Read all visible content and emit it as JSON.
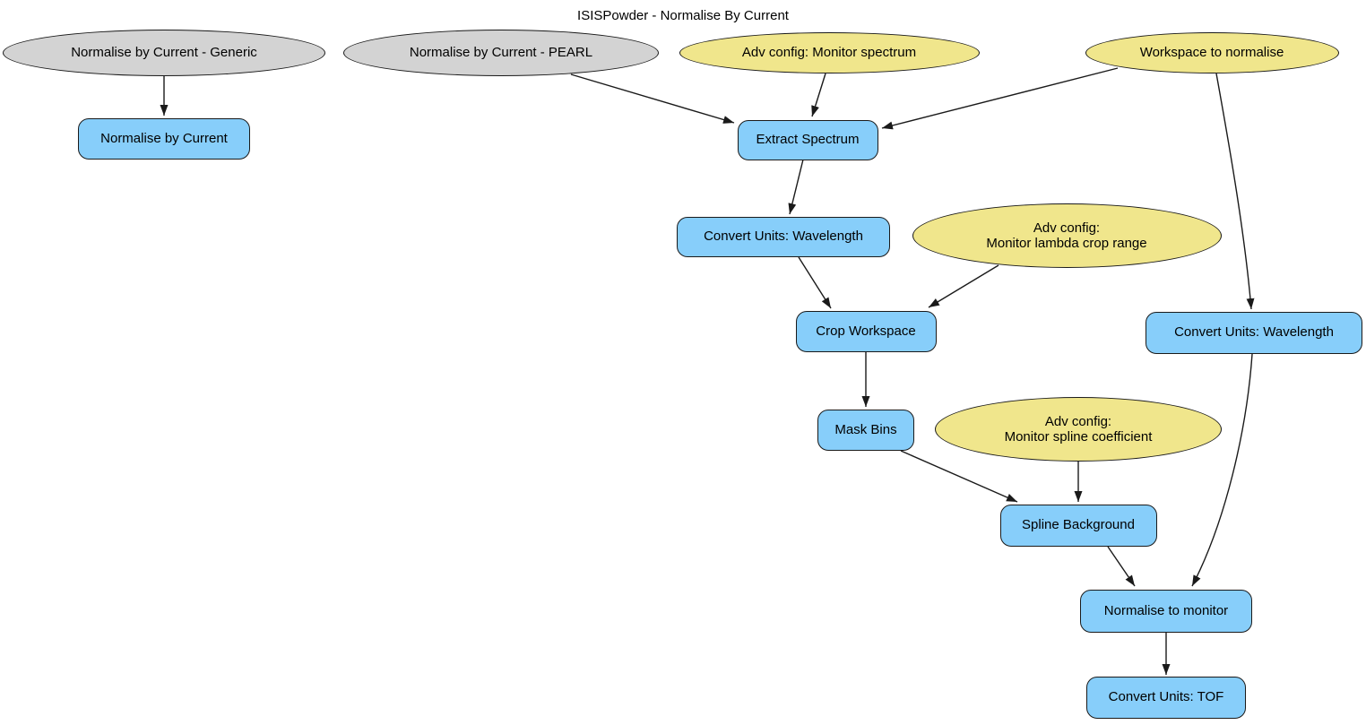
{
  "title": "ISISPowder - Normalise By Current",
  "colors": {
    "background": "#ffffff",
    "stroke": "#1a1a1a",
    "edge": "#1a1a1a",
    "text": "#000000",
    "process_fill": "#d3d3d3",
    "parameter_fill": "#f0e68c",
    "algorithm_fill": "#87cefa"
  },
  "diagram": {
    "nodes": [
      {
        "id": "norm-generic",
        "label": "Normalise by Current - Generic",
        "shape": "ellipse",
        "role": "process"
      },
      {
        "id": "norm-pearl",
        "label": "Normalise by Current - PEARL",
        "shape": "ellipse",
        "role": "process"
      },
      {
        "id": "adv-monitor-spectrum",
        "label": "Adv config: Monitor spectrum",
        "shape": "ellipse",
        "role": "parameter"
      },
      {
        "id": "workspace-to-normalise",
        "label": "Workspace to normalise",
        "shape": "ellipse",
        "role": "parameter"
      },
      {
        "id": "normalise-by-current",
        "label": "Normalise by Current",
        "shape": "rounded-box",
        "role": "algorithm"
      },
      {
        "id": "extract-spectrum",
        "label": "Extract Spectrum",
        "shape": "rounded-box",
        "role": "algorithm"
      },
      {
        "id": "convert-units-wavelength-monitor",
        "label": "Convert Units: Wavelength",
        "shape": "rounded-box",
        "role": "algorithm"
      },
      {
        "id": "adv-lambda-crop",
        "label": "Adv config:\nMonitor lambda crop range",
        "shape": "ellipse",
        "role": "parameter"
      },
      {
        "id": "crop-workspace",
        "label": "Crop Workspace",
        "shape": "rounded-box",
        "role": "algorithm"
      },
      {
        "id": "convert-units-wavelength-ws",
        "label": "Convert Units: Wavelength",
        "shape": "rounded-box",
        "role": "algorithm"
      },
      {
        "id": "mask-bins",
        "label": "Mask Bins",
        "shape": "rounded-box",
        "role": "algorithm"
      },
      {
        "id": "adv-spline-coeff",
        "label": "Adv config:\nMonitor spline coefficient",
        "shape": "ellipse",
        "role": "parameter"
      },
      {
        "id": "spline-background",
        "label": "Spline Background",
        "shape": "rounded-box",
        "role": "algorithm"
      },
      {
        "id": "normalise-to-monitor",
        "label": "Normalise to monitor",
        "shape": "rounded-box",
        "role": "algorithm"
      },
      {
        "id": "convert-units-tof",
        "label": "Convert Units: TOF",
        "shape": "rounded-box",
        "role": "algorithm"
      }
    ],
    "edges": [
      {
        "from": "norm-generic",
        "to": "normalise-by-current"
      },
      {
        "from": "norm-pearl",
        "to": "extract-spectrum"
      },
      {
        "from": "adv-monitor-spectrum",
        "to": "extract-spectrum"
      },
      {
        "from": "workspace-to-normalise",
        "to": "extract-spectrum"
      },
      {
        "from": "workspace-to-normalise",
        "to": "convert-units-wavelength-ws"
      },
      {
        "from": "extract-spectrum",
        "to": "convert-units-wavelength-monitor"
      },
      {
        "from": "convert-units-wavelength-monitor",
        "to": "crop-workspace"
      },
      {
        "from": "adv-lambda-crop",
        "to": "crop-workspace"
      },
      {
        "from": "crop-workspace",
        "to": "mask-bins"
      },
      {
        "from": "mask-bins",
        "to": "spline-background"
      },
      {
        "from": "adv-spline-coeff",
        "to": "spline-background"
      },
      {
        "from": "spline-background",
        "to": "normalise-to-monitor"
      },
      {
        "from": "convert-units-wavelength-ws",
        "to": "normalise-to-monitor"
      },
      {
        "from": "normalise-to-monitor",
        "to": "convert-units-tof"
      }
    ]
  }
}
